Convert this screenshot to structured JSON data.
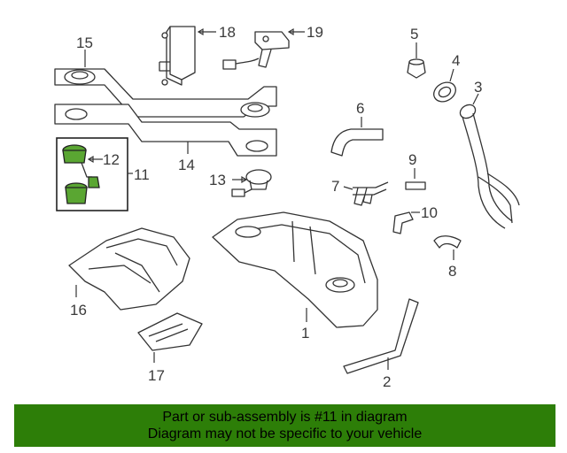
{
  "callouts": [
    "1",
    "2",
    "3",
    "4",
    "5",
    "6",
    "7",
    "8",
    "9",
    "10",
    "11",
    "12",
    "13",
    "14",
    "15",
    "16",
    "17",
    "18",
    "19"
  ],
  "banner": {
    "line1": "Part or sub-assembly is #11 in diagram",
    "line2": "Diagram may not be specific to your vehicle"
  },
  "highlight_color": "#5aa632",
  "banner_color": "#2d7e08"
}
